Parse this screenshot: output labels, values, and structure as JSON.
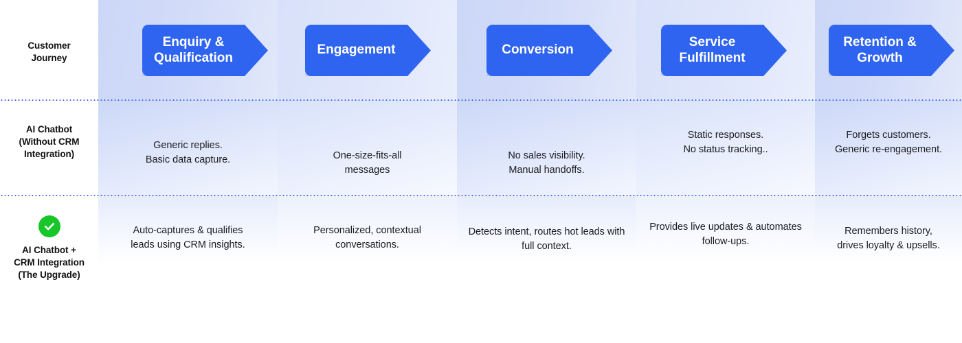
{
  "colors": {
    "stage_blue": "#2f64f0",
    "check_green": "#17c628",
    "rule_blue": "#3b63e8",
    "band_light": "#ccd7f7",
    "text_dark": "#101113"
  },
  "rows": [
    {
      "key": "customer-journey",
      "label_lines": [
        "Customer",
        "Journey"
      ],
      "has_check_icon": false,
      "icon": null
    },
    {
      "key": "ai-chatbot-without-crm",
      "label_lines": [
        "AI Chatbot",
        "(Without CRM",
        "Integration)"
      ],
      "has_check_icon": false,
      "icon": null
    },
    {
      "key": "ai-chatbot-plus-crm",
      "label_lines": [
        "AI Chatbot +",
        "CRM Integration",
        "(The Upgrade)"
      ],
      "has_check_icon": true,
      "icon": "check-circle-icon"
    }
  ],
  "stages": [
    {
      "key": "enquiry-qualification",
      "label_lines": [
        "Enquiry &",
        "Qualification"
      ]
    },
    {
      "key": "engagement",
      "label_lines": [
        "Engagement"
      ]
    },
    {
      "key": "conversion",
      "label_lines": [
        "Conversion"
      ]
    },
    {
      "key": "service-fulfillment",
      "label_lines": [
        "Service",
        "Fulfillment"
      ]
    },
    {
      "key": "retention-growth",
      "label_lines": [
        "Retention &",
        "Growth"
      ]
    }
  ],
  "without_crm": [
    {
      "stage": "enquiry-qualification",
      "lines": [
        "Generic replies.",
        "Basic data capture."
      ]
    },
    {
      "stage": "engagement",
      "lines": [
        "One-size-fits-all",
        "messages"
      ]
    },
    {
      "stage": "conversion",
      "lines": [
        "No sales visibility.",
        "Manual handoffs."
      ]
    },
    {
      "stage": "service-fulfillment",
      "lines": [
        "Static responses.",
        "No status tracking.."
      ]
    },
    {
      "stage": "retention-growth",
      "lines": [
        "Forgets customers.",
        "Generic re-engagement."
      ]
    }
  ],
  "with_crm": [
    {
      "stage": "enquiry-qualification",
      "lines": [
        "Auto-captures & qualifies",
        "leads using CRM insights."
      ]
    },
    {
      "stage": "engagement",
      "lines": [
        "Personalized, contextual",
        "conversations."
      ]
    },
    {
      "stage": "conversion",
      "lines": [
        "Detects intent, routes hot leads with",
        "full context."
      ]
    },
    {
      "stage": "service-fulfillment",
      "lines": [
        "Provides live updates & automates",
        "follow-ups."
      ]
    },
    {
      "stage": "retention-growth",
      "lines": [
        "Remembers history,",
        "drives loyalty & upsells."
      ]
    }
  ]
}
